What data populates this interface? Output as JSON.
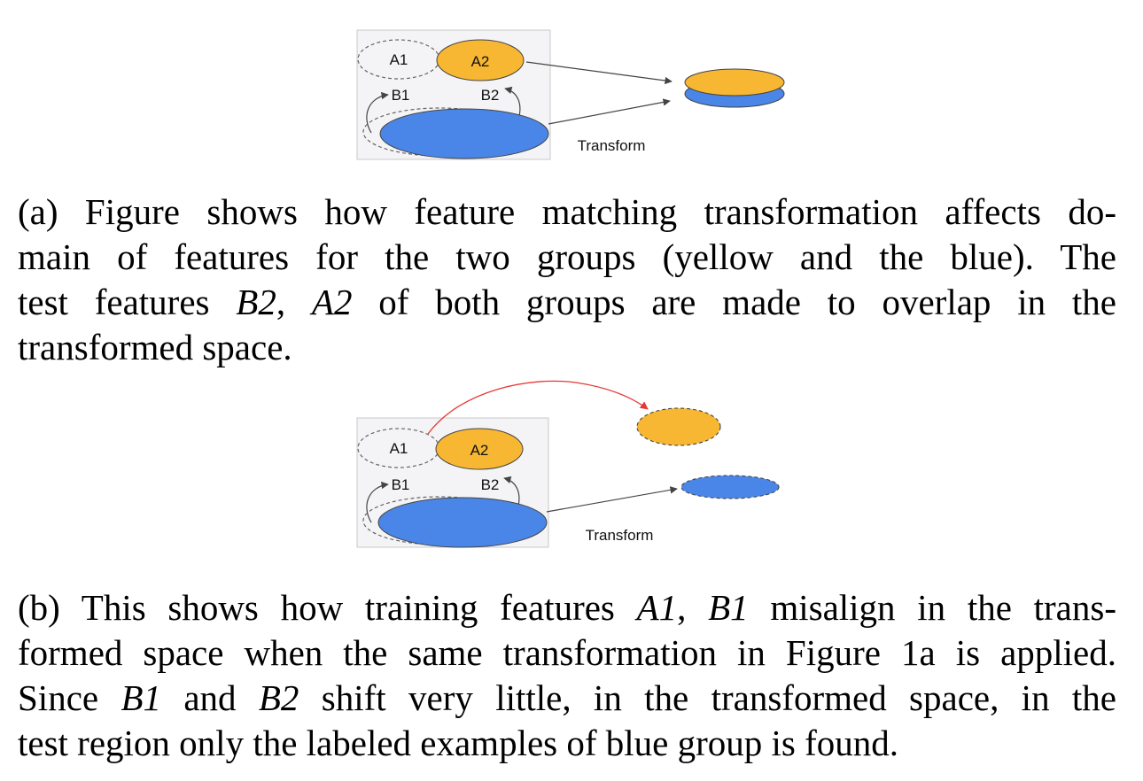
{
  "figure_a": {
    "labels": {
      "a1": "A1",
      "a2": "A2",
      "b1": "B1",
      "b2": "B2",
      "transform": "Transform"
    },
    "colors": {
      "yellow": "#f7b733",
      "blue": "#4a86e8",
      "panel_bg": "#f4f4f6",
      "panel_border": "#c9c9c9"
    },
    "caption_lines": [
      "(a) Figure shows how feature matching transformation affects do-",
      "main of features for the two groups (yellow and the blue). The",
      "test features B2, A2 of both groups are made to overlap in the",
      "transformed space."
    ]
  },
  "figure_b": {
    "labels": {
      "a1": "A1",
      "a2": "A2",
      "b1": "B1",
      "b2": "B2",
      "transform": "Transform"
    },
    "colors": {
      "yellow": "#f7b733",
      "blue": "#4a86e8",
      "red_arrow": "#e53935"
    },
    "caption_lines": [
      "(b) This shows how training features A1, B1 misalign in the trans-",
      "formed space when the same transformation in Figure 1a is applied.",
      "Since B1 and B2 shift very little, in the transformed space, in the",
      "test region only the labeled examples of blue group is found."
    ]
  }
}
